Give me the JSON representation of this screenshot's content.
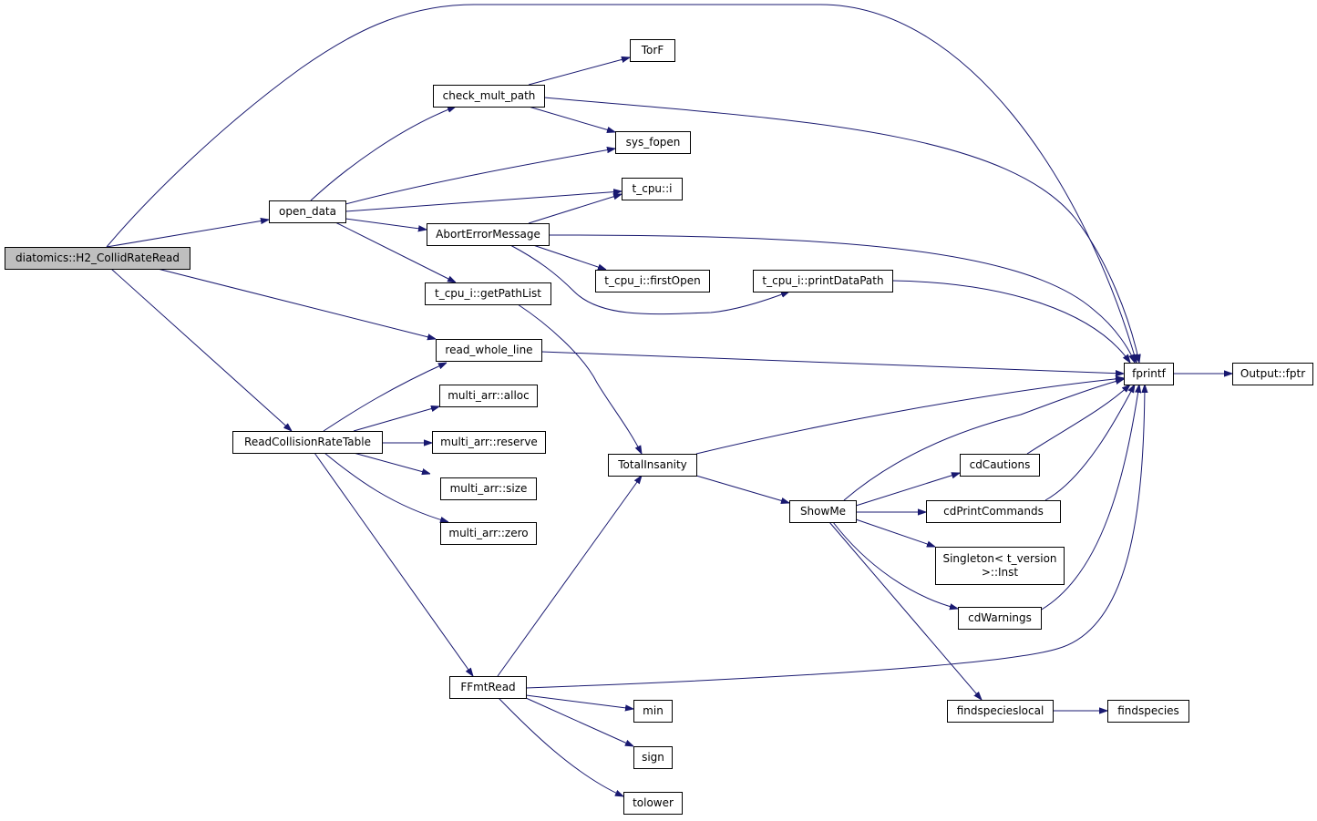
{
  "diagram": {
    "type": "call-graph",
    "edge_color": "#191970",
    "root_fill": "#bfbfbf",
    "nodes": [
      {
        "id": "root",
        "lines": [
          "diatomics::H2_CollidRateRead"
        ],
        "root": true
      },
      {
        "id": "open_data",
        "lines": [
          "open_data"
        ]
      },
      {
        "id": "check_mult_path",
        "lines": [
          "check_mult_path"
        ]
      },
      {
        "id": "TorF",
        "lines": [
          "TorF"
        ]
      },
      {
        "id": "sys_fopen",
        "lines": [
          "sys_fopen"
        ]
      },
      {
        "id": "t_cpu_i",
        "lines": [
          "t_cpu::i"
        ]
      },
      {
        "id": "AbortErrorMessage",
        "lines": [
          "AbortErrorMessage"
        ]
      },
      {
        "id": "firstOpen",
        "lines": [
          "t_cpu_i::firstOpen"
        ]
      },
      {
        "id": "printDataPath",
        "lines": [
          "t_cpu_i::printDataPath"
        ]
      },
      {
        "id": "getPathList",
        "lines": [
          "t_cpu_i::getPathList"
        ]
      },
      {
        "id": "read_whole_line",
        "lines": [
          "read_whole_line"
        ]
      },
      {
        "id": "fprintf",
        "lines": [
          "fprintf"
        ]
      },
      {
        "id": "Output_fptr",
        "lines": [
          "Output::fptr"
        ]
      },
      {
        "id": "alloc",
        "lines": [
          "multi_arr::alloc"
        ]
      },
      {
        "id": "ReadCollisionRateTable",
        "lines": [
          "ReadCollisionRateTable"
        ]
      },
      {
        "id": "reserve",
        "lines": [
          "multi_arr::reserve"
        ]
      },
      {
        "id": "size",
        "lines": [
          "multi_arr::size"
        ]
      },
      {
        "id": "zero",
        "lines": [
          "multi_arr::zero"
        ]
      },
      {
        "id": "TotalInsanity",
        "lines": [
          "TotalInsanity"
        ]
      },
      {
        "id": "cdCautions",
        "lines": [
          "cdCautions"
        ]
      },
      {
        "id": "ShowMe",
        "lines": [
          "ShowMe"
        ]
      },
      {
        "id": "cdPrintCommands",
        "lines": [
          "cdPrintCommands"
        ]
      },
      {
        "id": "Singleton",
        "lines": [
          "Singleton< t_version",
          ">::Inst"
        ]
      },
      {
        "id": "cdWarnings",
        "lines": [
          "cdWarnings"
        ]
      },
      {
        "id": "FFmtRead",
        "lines": [
          "FFmtRead"
        ]
      },
      {
        "id": "findspecieslocal",
        "lines": [
          "findspecieslocal"
        ]
      },
      {
        "id": "findspecies",
        "lines": [
          "findspecies"
        ]
      },
      {
        "id": "min",
        "lines": [
          "min"
        ]
      },
      {
        "id": "sign",
        "lines": [
          "sign"
        ]
      },
      {
        "id": "tolower",
        "lines": [
          "tolower"
        ]
      }
    ],
    "edges": [
      [
        "root",
        "open_data"
      ],
      [
        "root",
        "fprintf"
      ],
      [
        "root",
        "read_whole_line"
      ],
      [
        "root",
        "ReadCollisionRateTable"
      ],
      [
        "open_data",
        "check_mult_path"
      ],
      [
        "open_data",
        "sys_fopen"
      ],
      [
        "open_data",
        "t_cpu_i"
      ],
      [
        "open_data",
        "AbortErrorMessage"
      ],
      [
        "open_data",
        "getPathList"
      ],
      [
        "check_mult_path",
        "TorF"
      ],
      [
        "check_mult_path",
        "sys_fopen"
      ],
      [
        "check_mult_path",
        "fprintf"
      ],
      [
        "AbortErrorMessage",
        "t_cpu_i"
      ],
      [
        "AbortErrorMessage",
        "firstOpen"
      ],
      [
        "AbortErrorMessage",
        "printDataPath"
      ],
      [
        "AbortErrorMessage",
        "fprintf"
      ],
      [
        "printDataPath",
        "fprintf"
      ],
      [
        "getPathList",
        "TotalInsanity"
      ],
      [
        "read_whole_line",
        "fprintf"
      ],
      [
        "fprintf",
        "Output_fptr"
      ],
      [
        "ReadCollisionRateTable",
        "read_whole_line"
      ],
      [
        "ReadCollisionRateTable",
        "alloc"
      ],
      [
        "ReadCollisionRateTable",
        "reserve"
      ],
      [
        "ReadCollisionRateTable",
        "size"
      ],
      [
        "ReadCollisionRateTable",
        "zero"
      ],
      [
        "ReadCollisionRateTable",
        "FFmtRead"
      ],
      [
        "TotalInsanity",
        "fprintf"
      ],
      [
        "TotalInsanity",
        "ShowMe"
      ],
      [
        "ShowMe",
        "fprintf"
      ],
      [
        "ShowMe",
        "cdCautions"
      ],
      [
        "ShowMe",
        "cdPrintCommands"
      ],
      [
        "ShowMe",
        "Singleton"
      ],
      [
        "ShowMe",
        "cdWarnings"
      ],
      [
        "ShowMe",
        "findspecieslocal"
      ],
      [
        "cdCautions",
        "fprintf"
      ],
      [
        "cdPrintCommands",
        "fprintf"
      ],
      [
        "cdWarnings",
        "fprintf"
      ],
      [
        "findspecieslocal",
        "findspecies"
      ],
      [
        "FFmtRead",
        "TotalInsanity"
      ],
      [
        "FFmtRead",
        "fprintf"
      ],
      [
        "FFmtRead",
        "min"
      ],
      [
        "FFmtRead",
        "sign"
      ],
      [
        "FFmtRead",
        "tolower"
      ]
    ]
  }
}
